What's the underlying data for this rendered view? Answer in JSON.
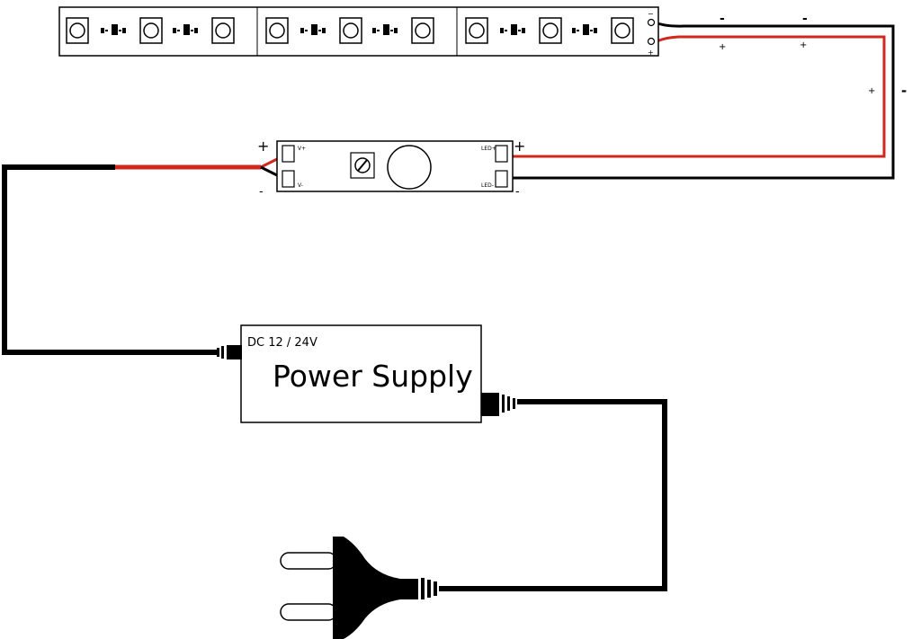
{
  "strip": {
    "groups": 3,
    "pad_minus": "−",
    "pad_plus": "+",
    "wire_minus_marks": [
      "-",
      "-"
    ],
    "wire_plus_marks": [
      "+",
      "+"
    ],
    "side_plus": "+",
    "side_minus": "-"
  },
  "dimmer": {
    "in_plus": "+",
    "in_minus": "-",
    "out_plus": "+",
    "out_minus": "-",
    "pad_v_plus": "V+",
    "pad_v_minus": "V-",
    "pad_led_plus": "LED+",
    "pad_led_minus": "LED-"
  },
  "power_supply": {
    "voltage": "DC 12 / 24V",
    "title": "Power Supply"
  },
  "colors": {
    "red_wire": "#d0281e",
    "black_wire": "#000000"
  }
}
